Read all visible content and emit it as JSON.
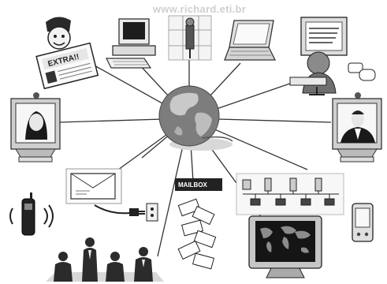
{
  "watermark": "www.richard.eti.br",
  "labels": {
    "newspaper": "EXTRA!!",
    "mailbox": "MAILBOX"
  },
  "nodes": [
    {
      "name": "newspaper-reader-icon"
    },
    {
      "name": "desktop-computer-icon"
    },
    {
      "name": "satellite-icon"
    },
    {
      "name": "laptop-icon"
    },
    {
      "name": "computer-user-icon"
    },
    {
      "name": "videoconference-monitor-woman-icon"
    },
    {
      "name": "videoconference-monitor-man-icon"
    },
    {
      "name": "globe-icon"
    },
    {
      "name": "modem-cable-icon"
    },
    {
      "name": "mailbox-letters-icon"
    },
    {
      "name": "network-computers-icon"
    },
    {
      "name": "mobile-phone-icon"
    },
    {
      "name": "handheld-pda-icon"
    },
    {
      "name": "business-meeting-icon"
    },
    {
      "name": "world-map-monitor-icon"
    }
  ],
  "colors": {
    "lines": "#333333",
    "globe": "#8a8a8a",
    "screen": "#1a1a1a"
  }
}
